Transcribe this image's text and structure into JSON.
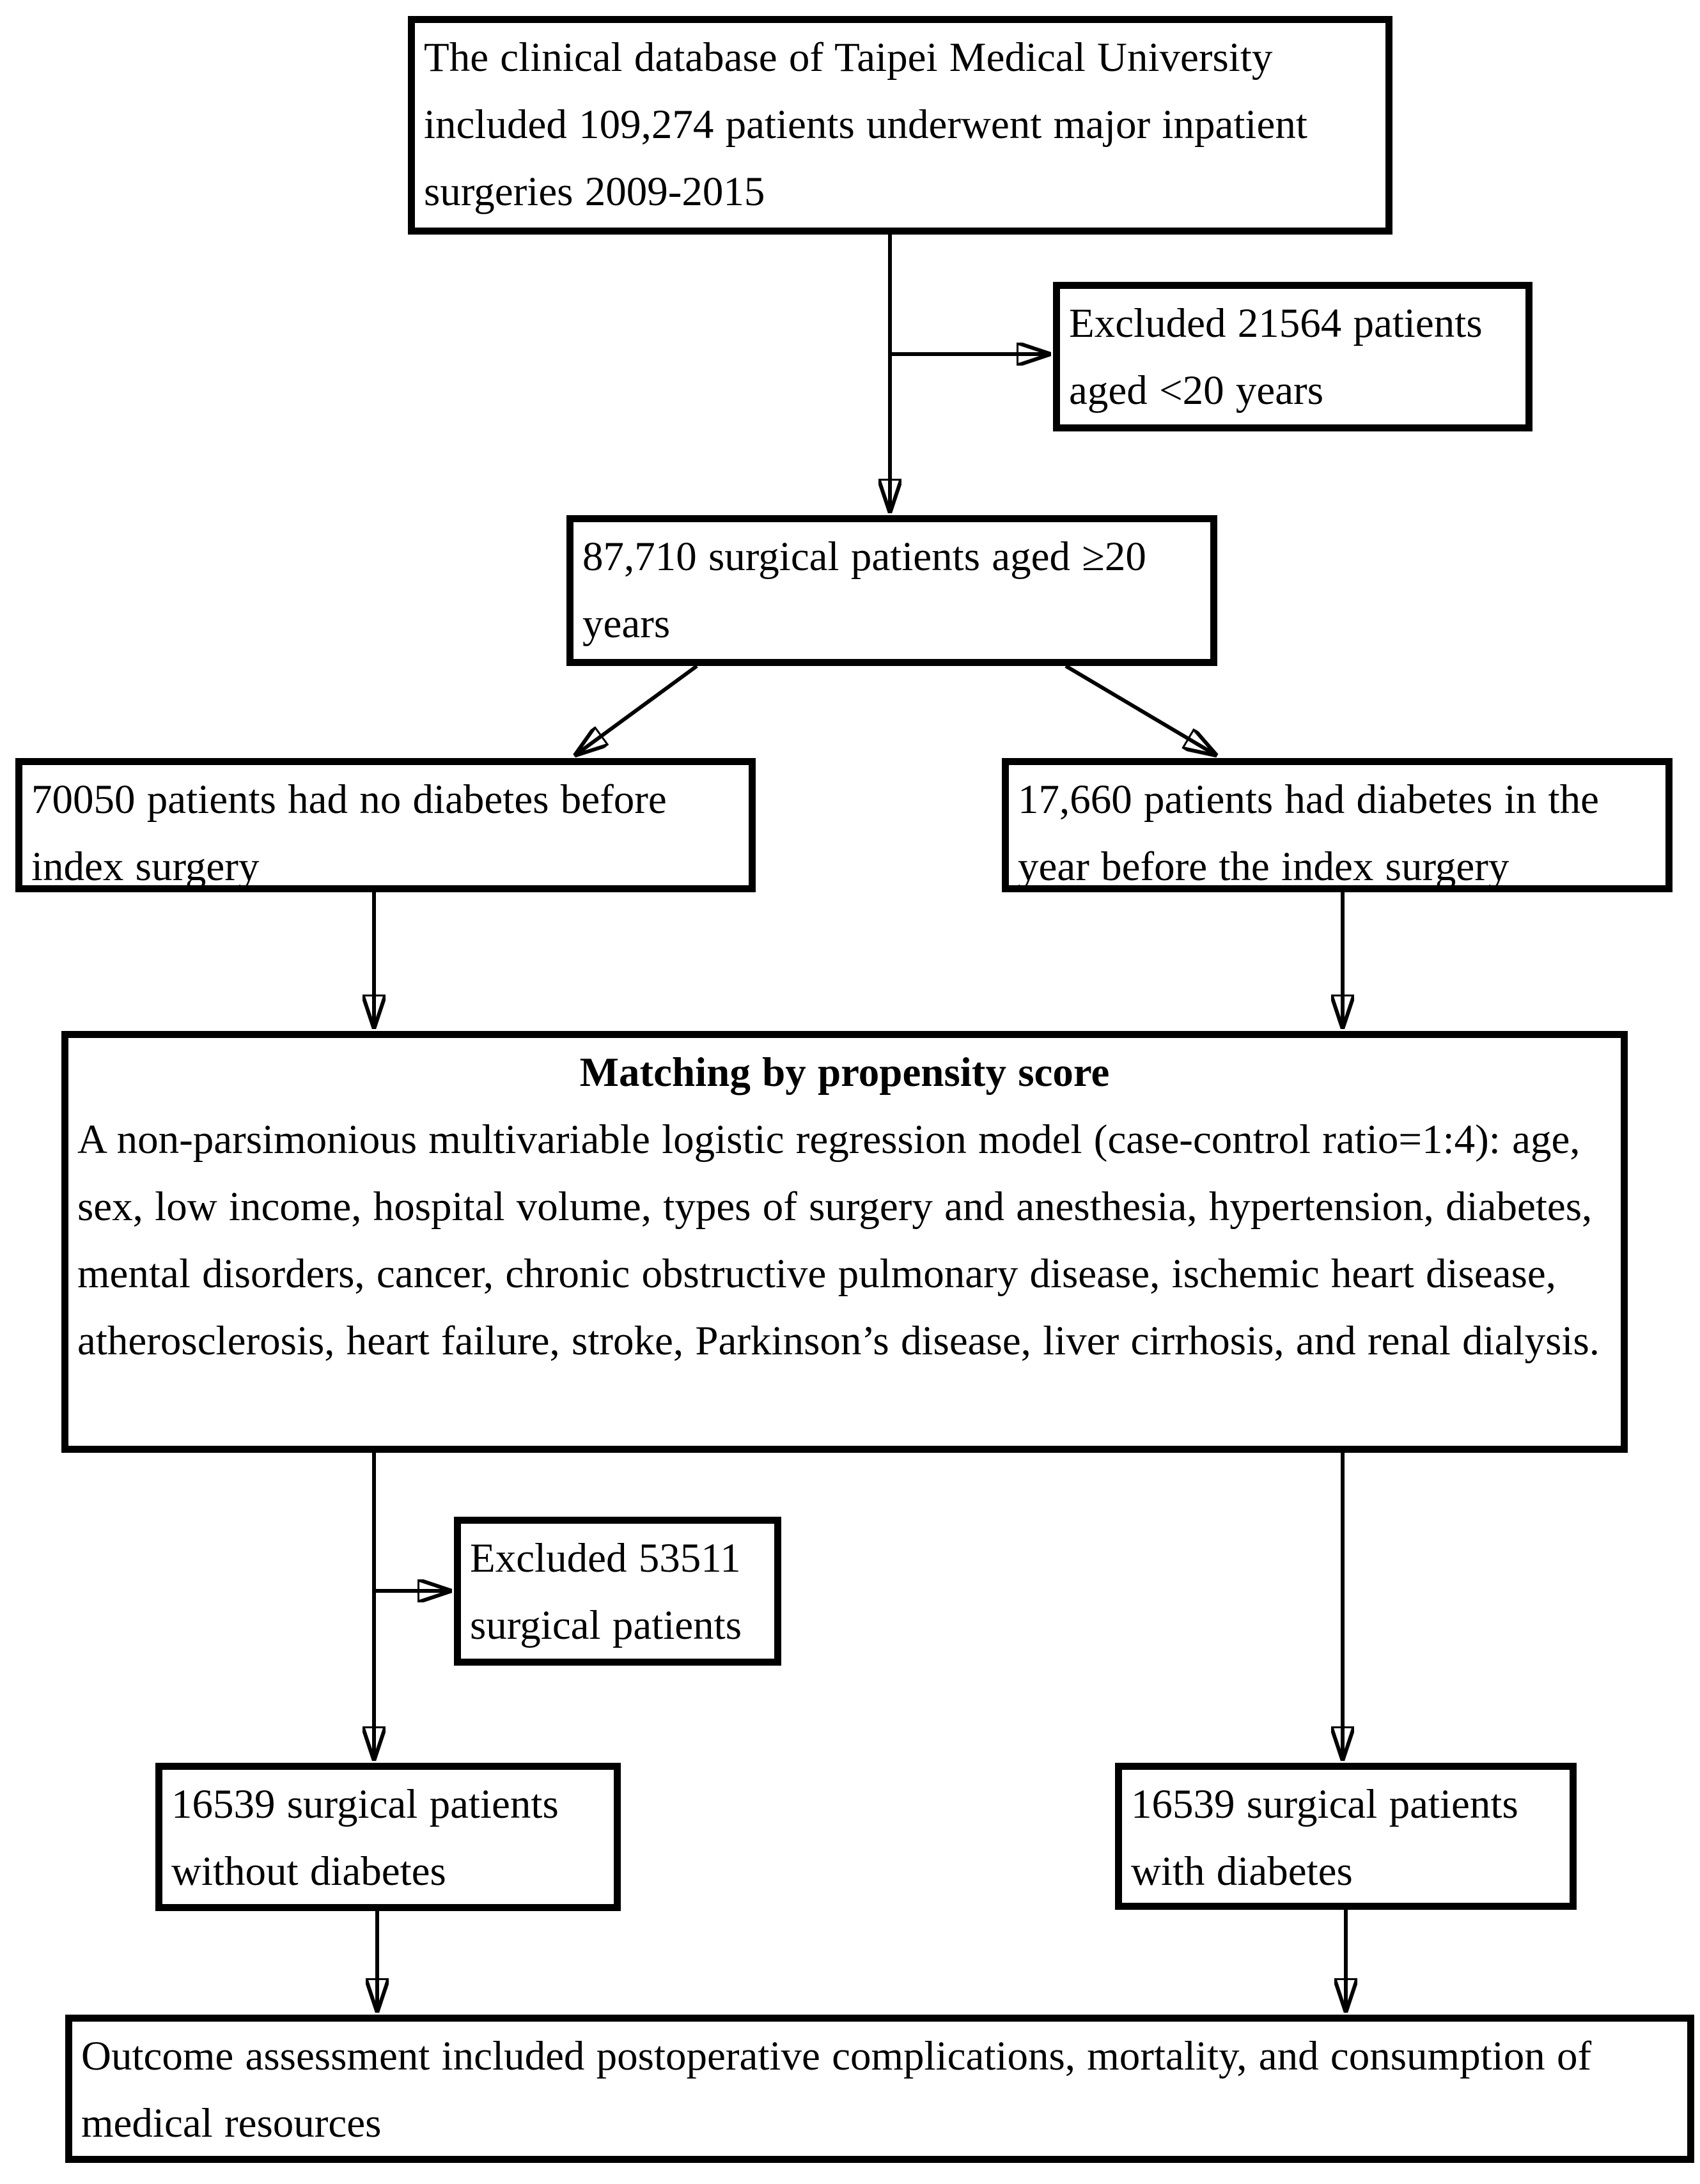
{
  "page": {
    "background_color": "#ffffff",
    "ink_color": "#000000",
    "kind": "study patient-flow diagram"
  },
  "flowchart": {
    "nodes": {
      "source": {
        "text": "The clinical database of Taipei Medical University included 109,274 patients underwent major inpatient surgeries 2009-2015"
      },
      "excluded_age": {
        "text": "Excluded 21564 patients aged <20 years"
      },
      "eligible": {
        "text": "87,710 surgical patients aged ≥20 years"
      },
      "no_diabetes": {
        "text": "70050 patients had no diabetes before index surgery"
      },
      "diabetes": {
        "text": "17,660 patients had diabetes in the year before the index surgery"
      },
      "matching": {
        "title": "Matching by propensity score",
        "body": "A non-parsimonious multivariable logistic regression model (case-control ratio=1:4): age, sex, low income, hospital volume, types of surgery and anesthesia, hypertension, diabetes, mental disorders, cancer, chronic obstructive pulmonary disease, ischemic heart disease, atherosclerosis, heart failure, stroke, Parkinson’s disease, liver cirrhosis, and renal dialysis."
      },
      "excluded_unmatched": {
        "text": "Excluded 53511 surgical patients"
      },
      "matched_without": {
        "text": "16539 surgical patients without diabetes"
      },
      "matched_with": {
        "text": "16539 surgical patients with diabetes"
      },
      "outcome": {
        "text": "Outcome assessment included postoperative complications, mortality, and consumption of medical resources"
      }
    },
    "edges": [
      {
        "from": "source",
        "to": "eligible"
      },
      {
        "from": "source",
        "to": "excluded_age"
      },
      {
        "from": "eligible",
        "to": "no_diabetes"
      },
      {
        "from": "eligible",
        "to": "diabetes"
      },
      {
        "from": "no_diabetes",
        "to": "matching"
      },
      {
        "from": "diabetes",
        "to": "matching"
      },
      {
        "from": "matching",
        "to": "excluded_unmatched"
      },
      {
        "from": "matching",
        "to": "matched_without"
      },
      {
        "from": "matching",
        "to": "matched_with"
      },
      {
        "from": "matched_without",
        "to": "outcome"
      },
      {
        "from": "matched_with",
        "to": "outcome"
      }
    ]
  }
}
